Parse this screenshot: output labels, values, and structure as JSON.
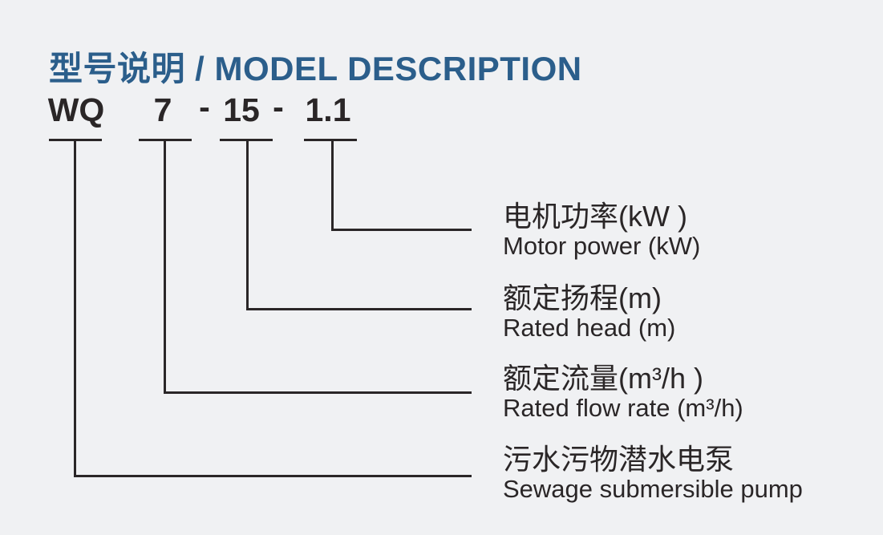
{
  "title": "型号说明 / MODEL DESCRIPTION",
  "colors": {
    "background": "#f0f1f3",
    "title": "#2b5e8b",
    "text": "#2a2627",
    "line": "#2a2627"
  },
  "model": {
    "separator": "-",
    "segments": [
      {
        "code": "WQ",
        "label_zh": "污水污物潜水电泵",
        "label_en": "Sewage submersible pump"
      },
      {
        "code": "7",
        "label_zh": "额定流量(m³/h )",
        "label_en": "Rated flow rate (m³/h)"
      },
      {
        "code": "15",
        "label_zh": "额定扬程(m)",
        "label_en": "Rated head (m)"
      },
      {
        "code": "1.1",
        "label_zh": "电机功率(kW )",
        "label_en": "Motor power (kW)"
      }
    ]
  }
}
